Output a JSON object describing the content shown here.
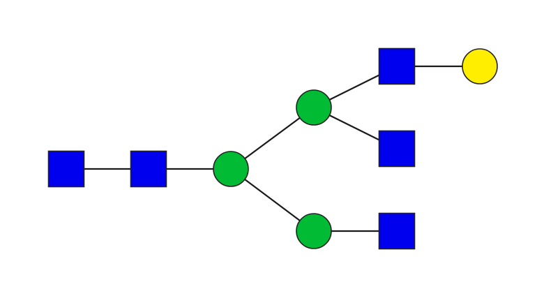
{
  "legend_colors": {
    "square": "#0000ee",
    "circle-green": "#00bb33",
    "circle-yellow": "#ffee00"
  },
  "nodes": [
    {
      "id": "n1",
      "shape": "square",
      "color": "#0000ee"
    },
    {
      "id": "n2",
      "shape": "square",
      "color": "#0000ee"
    },
    {
      "id": "n3",
      "shape": "circle",
      "color": "#00bb33"
    },
    {
      "id": "n4",
      "shape": "circle",
      "color": "#00bb33"
    },
    {
      "id": "n5",
      "shape": "circle",
      "color": "#00bb33"
    },
    {
      "id": "n6",
      "shape": "square",
      "color": "#0000ee"
    },
    {
      "id": "n7",
      "shape": "circle",
      "color": "#ffee00"
    },
    {
      "id": "n8",
      "shape": "square",
      "color": "#0000ee"
    },
    {
      "id": "n9",
      "shape": "square",
      "color": "#0000ee"
    }
  ],
  "edges": [
    [
      "n1",
      "n2"
    ],
    [
      "n2",
      "n3"
    ],
    [
      "n3",
      "n4"
    ],
    [
      "n3",
      "n5"
    ],
    [
      "n4",
      "n6"
    ],
    [
      "n6",
      "n7"
    ],
    [
      "n4",
      "n8"
    ],
    [
      "n5",
      "n9"
    ]
  ]
}
